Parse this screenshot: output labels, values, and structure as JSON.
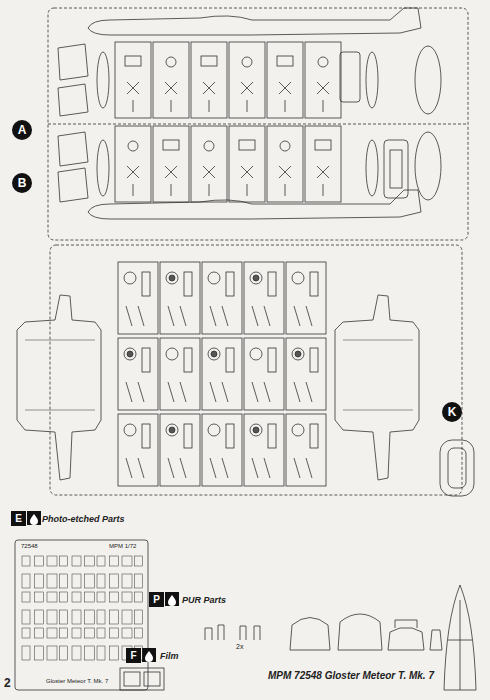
{
  "diagram": {
    "nodes": [
      {
        "text": [
          "A"
        ]
      },
      {
        "text": [
          "B"
        ]
      },
      {
        "text": [
          "K"
        ]
      },
      {
        "text": [
          "E"
        ]
      },
      {
        "text": [
          "P"
        ]
      },
      {
        "text": [
          "F"
        ]
      }
    ],
    "labels": [
      "Photo-etched Parts",
      "72548",
      "MPM 1/72",
      "Gloster Meteor T. Mk. 7",
      "PUR Parts",
      "Film",
      "2x",
      "MPM 72548 Gloster Meteor T. Mk. 7",
      "2"
    ]
  }
}
